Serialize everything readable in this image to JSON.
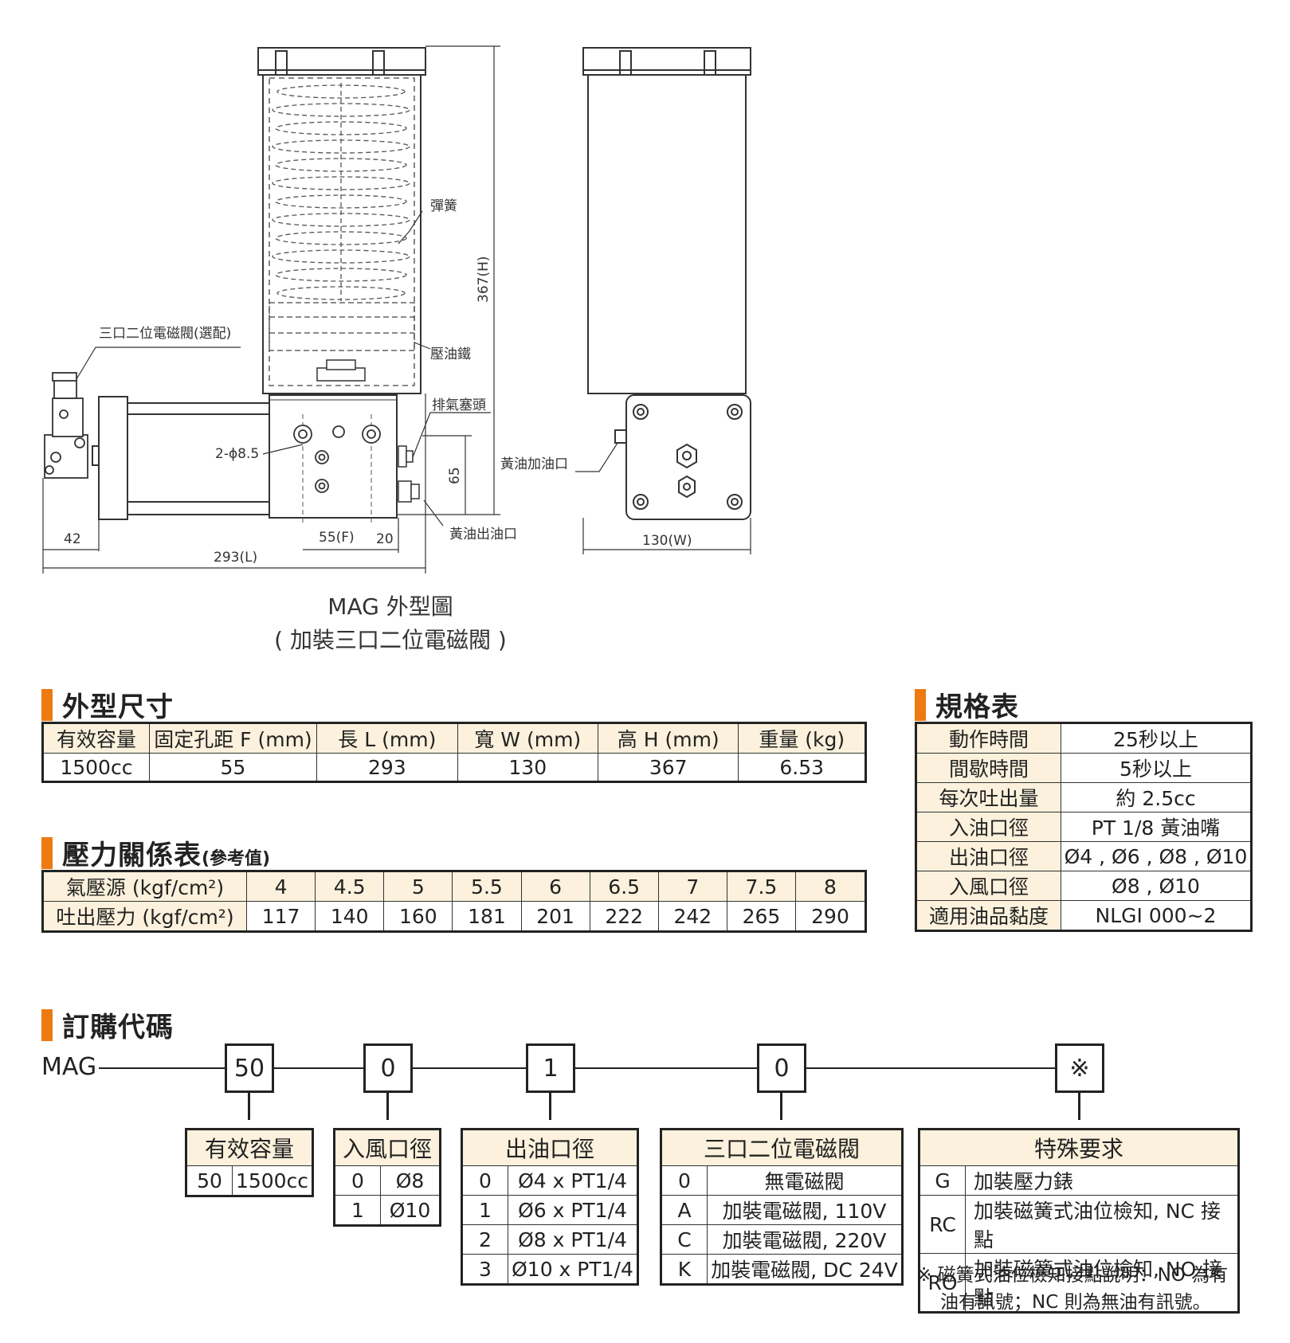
{
  "drawing": {
    "labels": {
      "spring": "彈簧",
      "height": "367(H)",
      "solenoid": "三口二位電磁閥(選配)",
      "plate": "壓油鐵",
      "vent": "排氣塞頭",
      "holes": "2-ϕ8.5",
      "fill_port": "黃油加油口",
      "dim_65": "65",
      "dim_42": "42",
      "dim_f": "55(F)",
      "dim_20": "20",
      "outlet": "黃油出油口",
      "width": "130(W)",
      "length": "293(L)"
    },
    "caption_line1": "MAG 外型圖",
    "caption_line2": "( 加裝三口二位電磁閥 )"
  },
  "dimensions": {
    "title": "外型尺寸",
    "headers": [
      "有效容量",
      "固定孔距 F (mm)",
      "長 L (mm)",
      "寬 W (mm)",
      "高 H (mm)",
      "重量 (kg)"
    ],
    "values": [
      "1500cc",
      "55",
      "293",
      "130",
      "367",
      "6.53"
    ]
  },
  "pressure": {
    "title": "壓力關係表",
    "subtitle": "(參考值)",
    "row1_label": "氣壓源 (kgf/cm²)",
    "row2_label": "吐出壓力 (kgf/cm²)",
    "air": [
      "4",
      "4.5",
      "5",
      "5.5",
      "6",
      "6.5",
      "7",
      "7.5",
      "8"
    ],
    "output": [
      "117",
      "140",
      "160",
      "181",
      "201",
      "222",
      "242",
      "265",
      "290"
    ]
  },
  "specs": {
    "title": "規格表",
    "rows": [
      {
        "k": "動作時間",
        "v": "25秒以上"
      },
      {
        "k": "間歇時間",
        "v": "5秒以上"
      },
      {
        "k": "每次吐出量",
        "v": "約 2.5cc"
      },
      {
        "k": "入油口徑",
        "v": "PT 1/8 黃油嘴"
      },
      {
        "k": "出油口徑",
        "v": "Ø4 , Ø6 , Ø8 , Ø10"
      },
      {
        "k": "入風口徑",
        "v": "Ø8 , Ø10"
      },
      {
        "k": "適用油品黏度",
        "v": "NLGI 000~2"
      }
    ]
  },
  "order": {
    "title": "訂購代碼",
    "prefix": "MAG",
    "codes": [
      "50",
      "0",
      "1",
      "0",
      "※"
    ],
    "capacity": {
      "title": "有效容量",
      "rows": [
        {
          "c": "50",
          "v": "1500cc"
        }
      ]
    },
    "air_inlet": {
      "title": "入風口徑",
      "rows": [
        {
          "c": "0",
          "v": "Ø8"
        },
        {
          "c": "1",
          "v": "Ø10"
        }
      ]
    },
    "oil_outlet": {
      "title": "出油口徑",
      "rows": [
        {
          "c": "0",
          "v": "Ø4 x PT1/4"
        },
        {
          "c": "1",
          "v": "Ø6 x PT1/4"
        },
        {
          "c": "2",
          "v": "Ø8 x PT1/4"
        },
        {
          "c": "3",
          "v": "Ø10 x PT1/4"
        }
      ]
    },
    "valve": {
      "title": "三口二位電磁閥",
      "rows": [
        {
          "c": "0",
          "v": "無電磁閥"
        },
        {
          "c": "A",
          "v": "加裝電磁閥, 110V"
        },
        {
          "c": "C",
          "v": "加裝電磁閥, 220V"
        },
        {
          "c": "K",
          "v": "加裝電磁閥, DC 24V"
        }
      ]
    },
    "special": {
      "title": "特殊要求",
      "rows": [
        {
          "c": "G",
          "v": "加裝壓力錶"
        },
        {
          "c": "RC",
          "v": "加裝磁簧式油位檢知, NC 接點"
        },
        {
          "c": "RO",
          "v": "加裝磁簧式油位檢知, NO 接點"
        }
      ]
    },
    "note_line1": "※ 磁簧式油位檢知接點說明：NO 為有",
    "note_line2": "油有訊號；NC 則為無油有訊號。"
  }
}
